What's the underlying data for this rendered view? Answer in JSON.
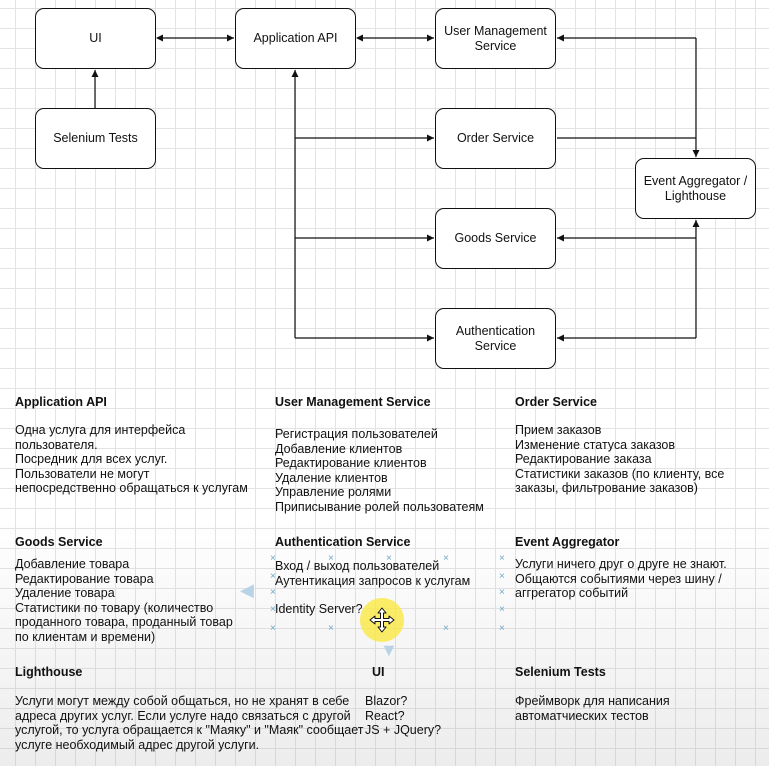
{
  "diagram": {
    "nodes": {
      "ui": "UI",
      "app_api": "Application API",
      "user_mgmt": "User Management Service",
      "selenium": "Selenium Tests",
      "order": "Order Service",
      "event_agg": "Event Aggregator / Lighthouse",
      "goods": "Goods Service",
      "auth": "Authentication Service"
    }
  },
  "descriptions": {
    "app_api": {
      "title": "Application API",
      "lines": [
        "Одна услуга для интерфейса",
        "пользователя.",
        "Посредник для всех услуг.",
        "Пользователи не могут",
        "непосредственно обращаться к услугам"
      ]
    },
    "user_mgmt": {
      "title": "User Management Service",
      "lines": [
        "Регистрация пользователей",
        "Добавление клиентов",
        "Редактирование клиентов",
        "Удаление клиентов",
        "Управление ролями",
        "Приписывание ролей пользоватеям"
      ]
    },
    "order": {
      "title": "Order Service",
      "lines": [
        "Прием заказов",
        "Изменение статуса заказов",
        "Редактирование заказа",
        "Статистики заказов (по клиенту, все",
        "заказы, фильтрование заказов)"
      ]
    },
    "goods": {
      "title": "Goods Service",
      "lines": [
        "Добавление товара",
        "Редактирование товара",
        "Удаление товара",
        "Статистики по товару (количество",
        "проданного товара, проданный товар",
        "по клиентам и времени)"
      ]
    },
    "auth": {
      "title": "Authentication Service",
      "lines": [
        "Вход / выход пользователей",
        "Аутентикация запросов к услугам"
      ],
      "extra": "Identity Server?"
    },
    "event_agg": {
      "title": "Event Aggregator",
      "lines": [
        "Услуги ничего друг о друге не знают.",
        "Общаются событиями через шину /",
        "аггрегатор событий"
      ]
    },
    "lighthouse": {
      "title": "Lighthouse",
      "lines": [
        "Услуги могут между собой общаться, но не хранят в себе",
        "адреса других услуг. Если услуге надо связаться с другой",
        "услугой, то услуга обращается к \"Маяку\" и \"Маяк\" сообщает",
        "услуге необходимый адрес другой услуги."
      ]
    },
    "ui": {
      "title": "UI",
      "lines": [
        "Blazor?",
        "React?",
        "JS + JQuery?"
      ]
    },
    "selenium": {
      "title": "Selenium Tests",
      "lines": [
        "Фреймворк для написания",
        "автоматчиеских тестов"
      ]
    }
  },
  "colors": {
    "line": "#111111",
    "selection": "#6aa6c8",
    "cursor_highlight": "#f7e53c"
  }
}
